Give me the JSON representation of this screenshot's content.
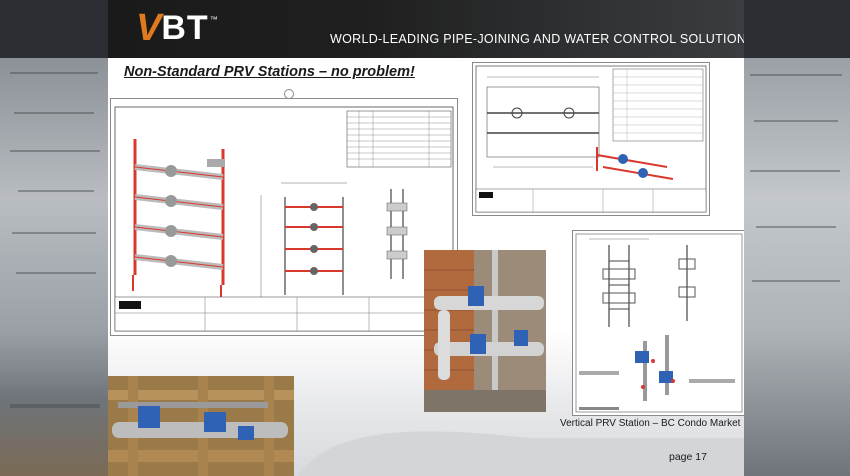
{
  "header": {
    "logo_text": "BT",
    "tagline": "WORLD-LEADING PIPE-JOINING AND WATER CONTROL SOLUTIONS"
  },
  "slide": {
    "title": "Non-Standard PRV Stations – no problem!",
    "caption": "Vertical PRV Station – BC Condo Market",
    "page_number": "page 17"
  },
  "colors": {
    "brand_orange": "#e07a1e",
    "header_dark": "#1a1a1a",
    "pipe_red": "#d9382c",
    "valve_blue": "#2f62b5"
  }
}
